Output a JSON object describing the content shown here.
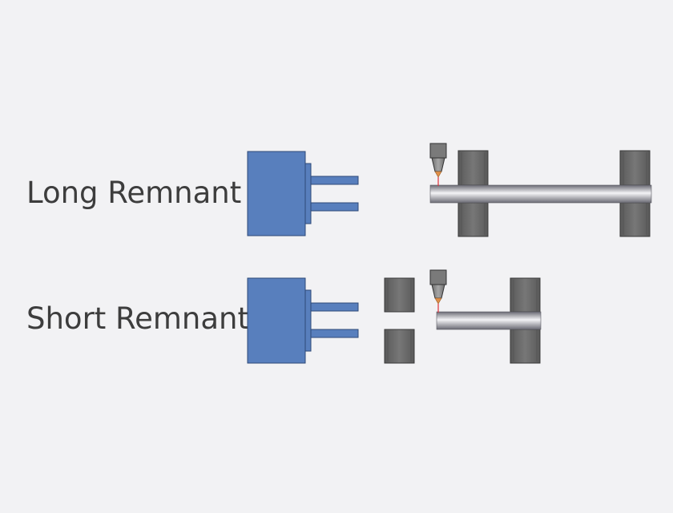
{
  "rows": [
    {
      "id": "long",
      "label": "Long Remnant"
    },
    {
      "id": "short",
      "label": "Short Remnant"
    }
  ],
  "colors": {
    "background": "#f2f2f4",
    "machine_blue": "#587fbd",
    "machine_outline": "#2e4a78",
    "chuck_gray": "#6d6d6d",
    "chuck_outline": "#3a3a3a",
    "pipe_light": "#f4f4f6",
    "pipe_dark": "#6a6a74",
    "torch_gray": "#8a8a8a",
    "torch_tip": "#e0904a",
    "laser_red": "#e0303a",
    "label_text": "#3d3d3d"
  },
  "icons": [
    "feeder-machine-icon",
    "chuck-icon",
    "pipe-icon",
    "cutting-torch-icon"
  ]
}
